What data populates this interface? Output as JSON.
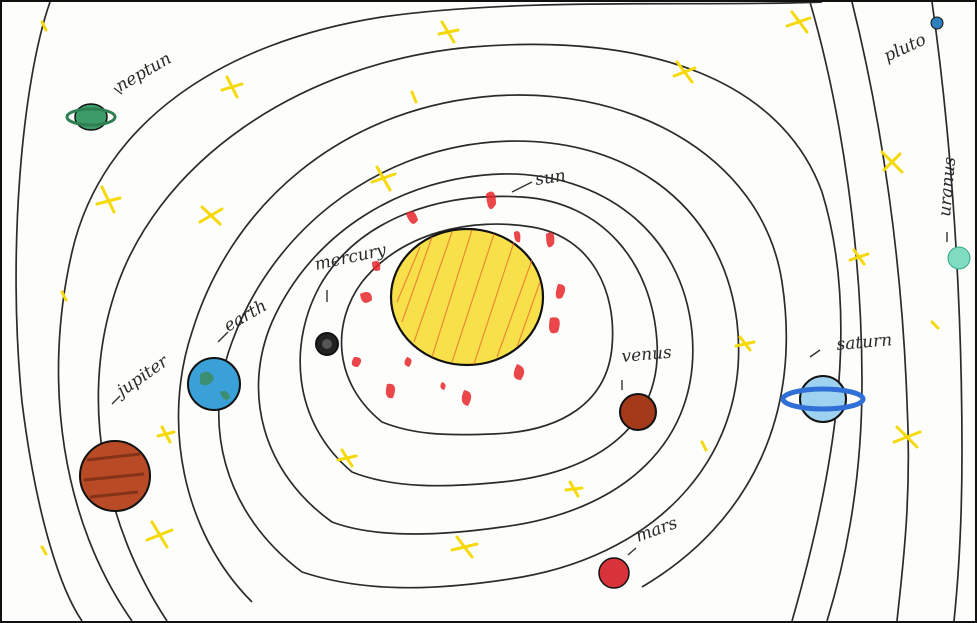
{
  "labels": {
    "neptun": "neptun",
    "pluto": "pluto",
    "uranus": "uranus",
    "sun": "sun",
    "mercury": "mercury",
    "earth": "earth",
    "jupiter": "jupiter",
    "venus": "venus",
    "saturn": "saturn",
    "mars": "mars"
  },
  "colors": {
    "paper": "#fdfdfb",
    "orbit_line": "#2b2b2b",
    "star": "#f5d90a",
    "sun_fill": "#f7e04a",
    "sun_flames": "#e8262a",
    "mercury": "#1a1a1a",
    "venus": "#a33a1a",
    "earth": "#3aa0d8",
    "mars": "#d8333a",
    "jupiter": "#b84a25",
    "saturn": "#9fd2f0",
    "saturn_ring": "#2f6fd6",
    "uranus": "#7fdcc0",
    "neptune": "#3b9c6a",
    "pluto": "#2f7fbf"
  },
  "icons": [
    "sun-icon",
    "planet-icon",
    "star-icon"
  ]
}
